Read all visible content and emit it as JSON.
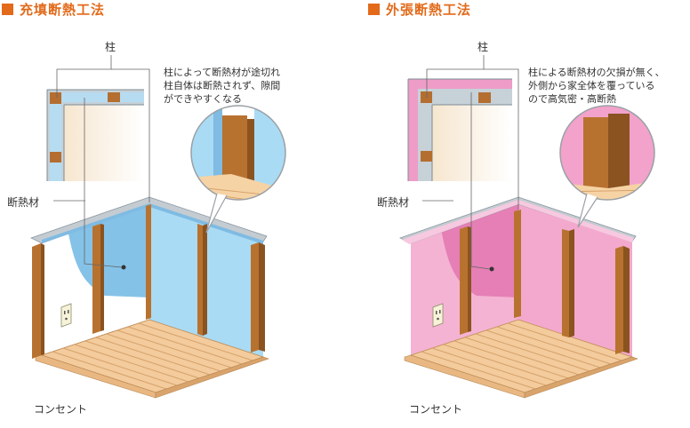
{
  "left": {
    "title": "充填断熱工法",
    "pillar_label": "柱",
    "insulation_label": "断熱材",
    "outlet_label": "コンセント",
    "note": [
      "柱によって断熱材が途切れ",
      "柱自体は断熱されず、隙間",
      "ができやすくなる"
    ]
  },
  "right": {
    "title": "外張断熱工法",
    "pillar_label": "柱",
    "insulation_label": "断熱材",
    "outlet_label": "コンセント",
    "note": [
      "柱による断熱材の欠損が無く、",
      "外側から家全体を覆っている",
      "ので高気密・高断熱"
    ]
  },
  "colors": {
    "accent": "#e26a1a",
    "insulation_blue": "#8ec9ec",
    "insulation_pink": "#ee9cc8",
    "wood": "#b8722f",
    "floor": "#f2c998"
  }
}
